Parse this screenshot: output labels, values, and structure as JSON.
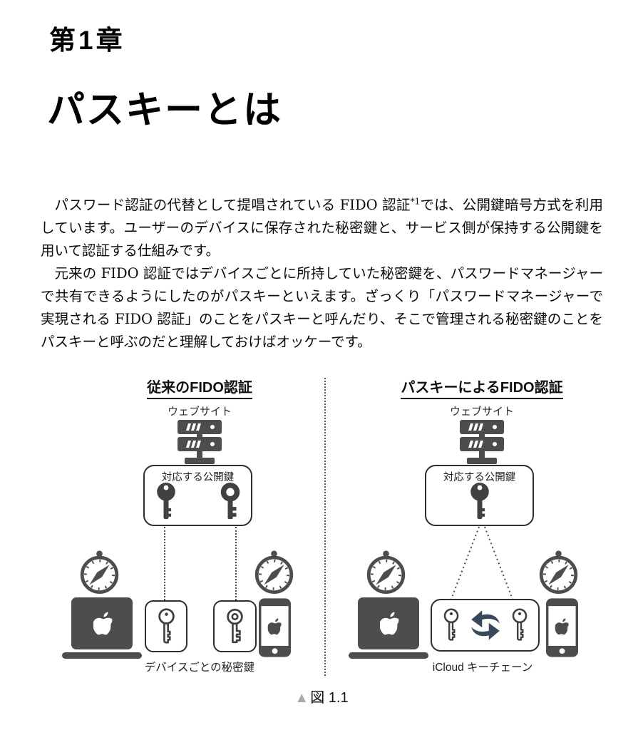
{
  "page": {
    "chapter_label": "第1章",
    "title": "パスキーとは",
    "paragraphs": {
      "p1_before_sup": "パスワード認証の代替として提唱されている FIDO 認証",
      "p1_sup": "*1",
      "p1_after_sup": "では、公開鍵暗号方式を利用しています。ユーザーのデバイスに保存された秘密鍵と、サービス側が保持する公開鍵を用いて認証する仕組みです。",
      "p2": "元来の FIDO 認証ではデバイスごとに所持していた秘密鍵を、パスワードマネージャーで共有できるようにしたのがパスキーといえます。ざっくり「パスワードマネージャーで実現される FIDO 認証」のことをパスキーと呼んだり、そこで管理される秘密鍵のことをパスキーと呼ぶのだと理解しておけばオッケーです。"
    }
  },
  "figure": {
    "left_panel": {
      "title": "従来のFIDO認証",
      "website_label": "ウェブサイト",
      "pubkey_box_label": "対応する公開鍵",
      "caption": "デバイスごとの秘密鍵"
    },
    "right_panel": {
      "title": "パスキーによるFIDO認証",
      "website_label": "ウェブサイト",
      "pubkey_box_label": "対応する公開鍵",
      "caption": "iCloud キーチェーン"
    },
    "caption_marker": "▲",
    "caption_label": "図 1.1",
    "colors": {
      "icon_gray": "#4d4d4d",
      "key_gray": "#414141",
      "key_stroke": "#3f3f3f",
      "sync_arrow": "#37495A",
      "box_border": "#2e2e2e",
      "caption_marker_gray": "#a9a9a9"
    }
  }
}
